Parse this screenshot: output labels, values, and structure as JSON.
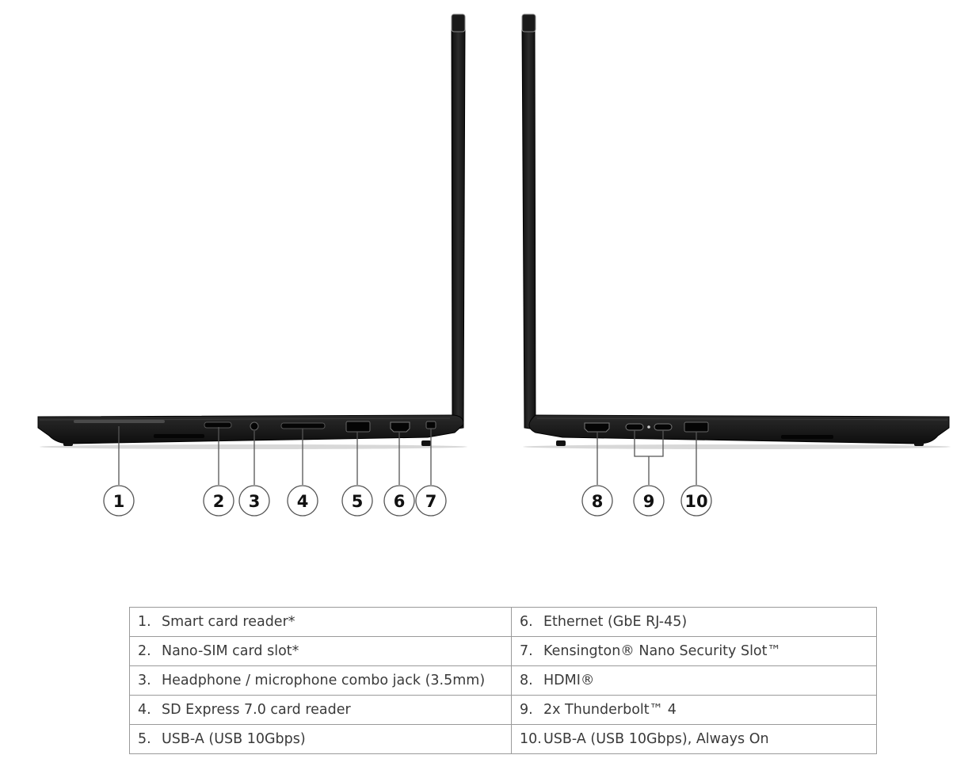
{
  "callouts": [
    "1",
    "2",
    "3",
    "4",
    "5",
    "6",
    "7",
    "8",
    "9",
    "10"
  ],
  "ports": [
    {
      "num": "1.",
      "label": "Smart card reader*"
    },
    {
      "num": "2.",
      "label": "Nano-SIM card slot*"
    },
    {
      "num": "3.",
      "label": "Headphone / microphone combo jack (3.5mm)"
    },
    {
      "num": "4.",
      "label": "SD Express 7.0 card reader"
    },
    {
      "num": "5.",
      "label": "USB-A (USB 10Gbps)"
    },
    {
      "num": "6.",
      "label": "Ethernet (GbE RJ-45)"
    },
    {
      "num": "7.",
      "label": "Kensington® Nano Security Slot™"
    },
    {
      "num": "8.",
      "label": "HDMI®"
    },
    {
      "num": "9.",
      "label": "2x Thunderbolt™ 4"
    },
    {
      "num": "10.",
      "label": "USB-A (USB 10Gbps), Always On"
    }
  ],
  "colors": {
    "laptop_body": "#1c1c1c",
    "callout_stroke": "#555555",
    "table_border": "#9a9a9a",
    "table_text": "#3a3a3a"
  }
}
